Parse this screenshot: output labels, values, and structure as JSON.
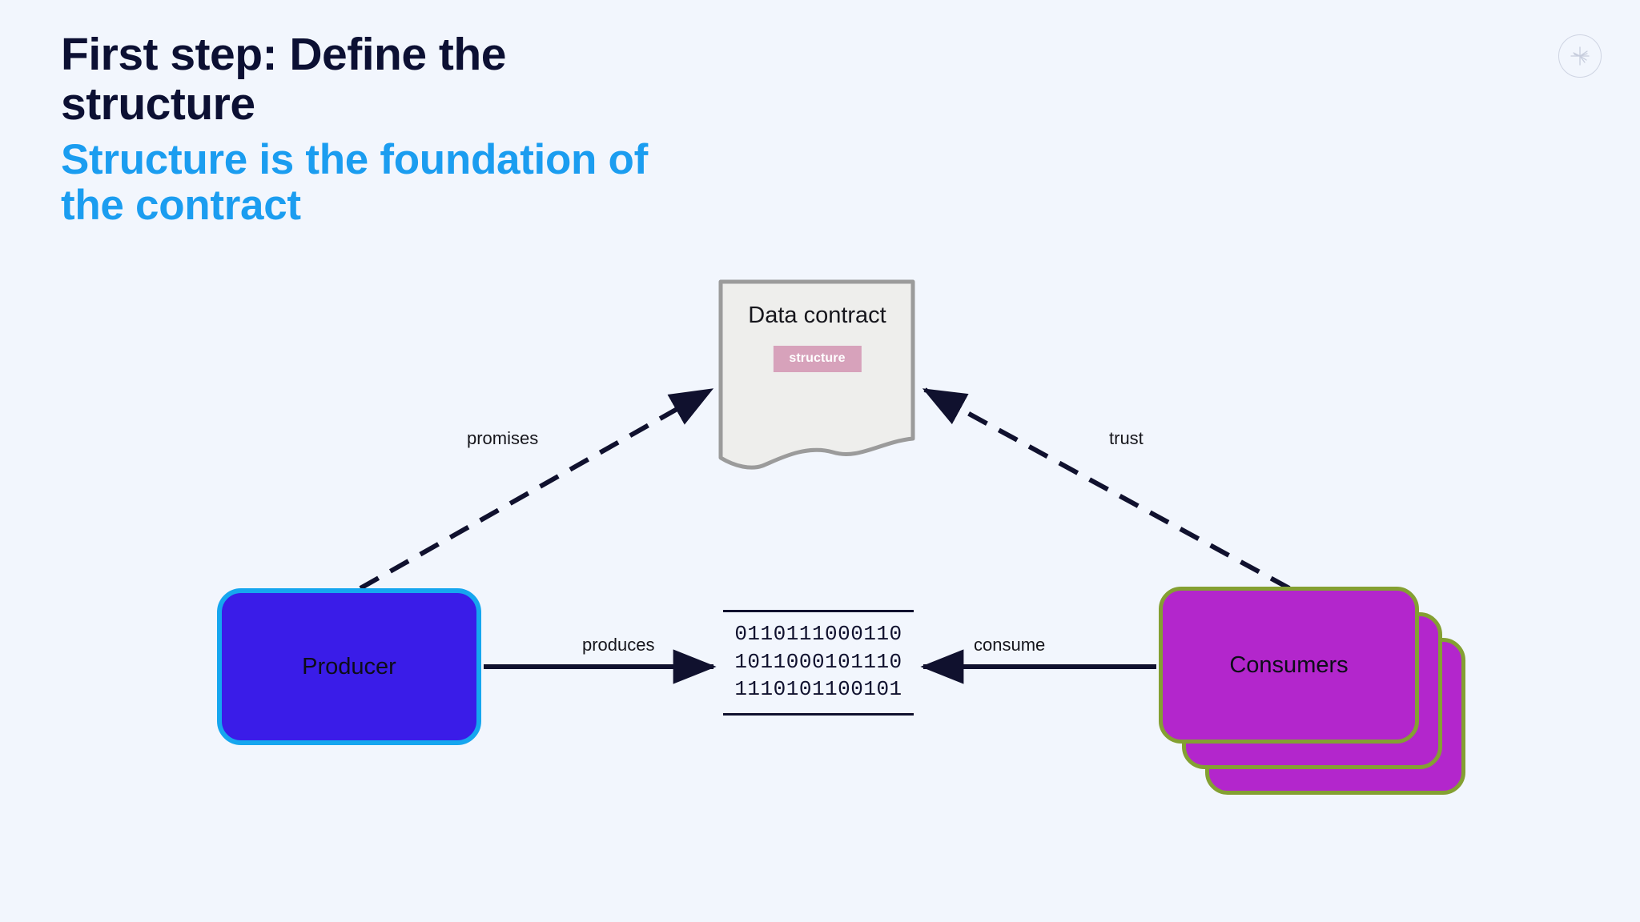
{
  "page": {
    "background_color": "#f2f6fd",
    "title_color": "#0c1033",
    "subtitle_color": "#1b9df0"
  },
  "heading": {
    "title": "First step: Define the structure",
    "subtitle": "Structure is the foundation of the contract"
  },
  "corner": {
    "badge_icon": "asterisk-burst-icon"
  },
  "diagram": {
    "type": "flow-diagram",
    "nodes": [
      {
        "id": "data-contract",
        "label": "Data contract",
        "chip": "structure",
        "shape": "document",
        "fill": "#eeeeec",
        "stroke": "#9b9b9b",
        "chip_bg": "#d7a2bb",
        "chip_color": "#ffffff"
      },
      {
        "id": "producer",
        "label": "Producer",
        "shape": "rounded-rect",
        "fill": "#3a1ce8",
        "stroke": "#16a6ef"
      },
      {
        "id": "consumers",
        "label": "Consumers",
        "shape": "stacked-rounded-rect",
        "stack_count": 3,
        "fill": "#b326cc",
        "stroke": "#84a032"
      },
      {
        "id": "data-stream",
        "shape": "binary-block",
        "lines": [
          "0110111000110",
          "1011000101110",
          "1110101100101"
        ],
        "rule_color": "#10112e"
      }
    ],
    "edges": [
      {
        "id": "producer-promises-contract",
        "label": "promises",
        "from": "producer",
        "to": "data-contract",
        "style": "dashed",
        "color": "#10112e"
      },
      {
        "id": "consumers-trust-contract",
        "label": "trust",
        "from": "consumers",
        "to": "data-contract",
        "style": "dashed",
        "color": "#10112e"
      },
      {
        "id": "producer-produces-data",
        "label": "produces",
        "from": "producer",
        "to": "data-stream",
        "style": "solid",
        "color": "#10112e"
      },
      {
        "id": "consumers-consume-data",
        "label": "consume",
        "from": "consumers",
        "to": "data-stream",
        "style": "solid",
        "color": "#10112e"
      }
    ]
  }
}
